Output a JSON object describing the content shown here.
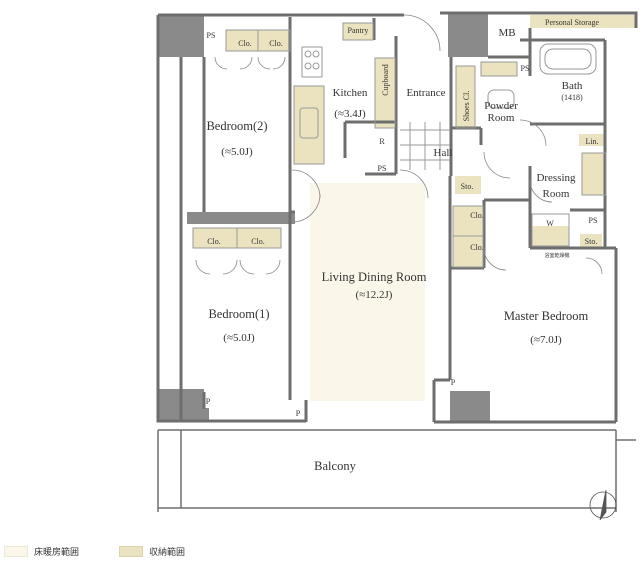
{
  "rooms": {
    "bedroom2": {
      "name": "Bedroom(2)",
      "size": "(≈5.0J)"
    },
    "bedroom1": {
      "name": "Bedroom(1)",
      "size": "(≈5.0J)"
    },
    "kitchen": {
      "name": "Kitchen",
      "size": "(≈3.4J)"
    },
    "entrance": {
      "name": "Entrance"
    },
    "powder": {
      "line1": "Powder",
      "line2": "Room"
    },
    "bath": {
      "name": "Bath",
      "size": "(1418)"
    },
    "hall": {
      "name": "Hall"
    },
    "dressing": {
      "line1": "Dressing",
      "line2": "Room"
    },
    "living": {
      "name": "Living Dining Room",
      "size": "(≈12.2J)"
    },
    "master": {
      "name": "Master Bedroom",
      "size": "(≈7.0J)"
    },
    "balcony": {
      "name": "Balcony"
    }
  },
  "fixtures": {
    "ps": "PS",
    "pantry": "Pantry",
    "cupboard": "Cupboard",
    "mb": "MB",
    "personal_storage": "Personal Storage",
    "shoes_cl": "Shoes Cl.",
    "clo": "Clo.",
    "sto": "Sto.",
    "lin": "Lin.",
    "w": "W",
    "r": "R",
    "p": "P",
    "laundry_note": "浴室乾燥機"
  },
  "legend": {
    "floor_heating": "床暖房範囲",
    "storage": "収納範囲"
  },
  "colors": {
    "wall": "#6e6e6e",
    "column": "#8a8a8a",
    "storage_fill": "#ebe3bf",
    "floor_heating_fill": "#faf7ea"
  }
}
